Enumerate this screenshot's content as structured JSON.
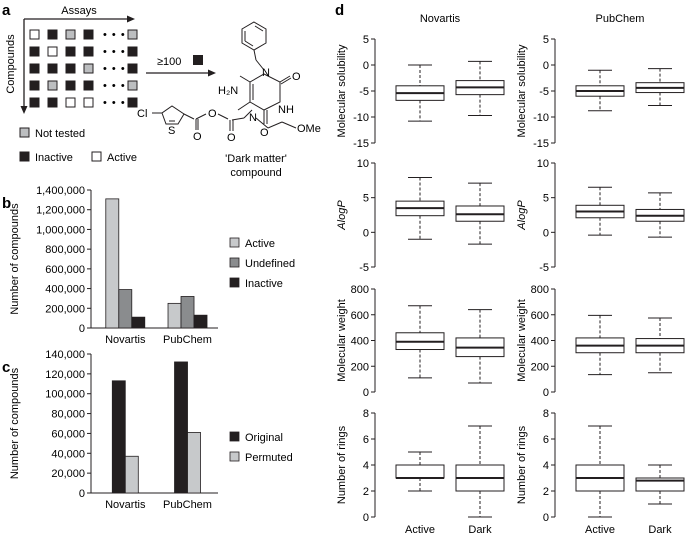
{
  "panels": {
    "a": "a",
    "b": "b",
    "c": "c",
    "d": "d"
  },
  "panel_a": {
    "x_axis_label": "Assays",
    "y_axis_label": "Compounds",
    "threshold_label": "≥100",
    "grid_rows": [
      [
        "active",
        "inactive",
        "nottested",
        "inactive",
        "inactive",
        "nottested"
      ],
      [
        "inactive",
        "active",
        "inactive",
        "inactive",
        "active",
        "inactive"
      ],
      [
        "inactive",
        "inactive",
        "inactive",
        "nottested",
        "inactive",
        "inactive"
      ],
      [
        "inactive",
        "nottested",
        "inactive",
        "inactive",
        "inactive",
        "nottested"
      ],
      [
        "inactive",
        "inactive",
        "active",
        "active",
        "active",
        "inactive"
      ]
    ],
    "ellipsis": "• • •",
    "legend": [
      {
        "key": "nottested",
        "label": "Not tested",
        "color": "#bcbec0"
      },
      {
        "key": "inactive",
        "label": "Inactive",
        "color": "#231f20"
      },
      {
        "key": "active",
        "label": "Active",
        "color": "#ffffff"
      }
    ],
    "compound_caption_line1": "'Dark matter'",
    "compound_caption_line2": "compound",
    "atoms": {
      "cl": "Cl",
      "s": "S",
      "o1": "O",
      "o2": "O",
      "o3": "O",
      "n1": "N",
      "n2": "N",
      "nh": "NH",
      "h2n": "H₂N",
      "o4": "O",
      "ome": "OMe",
      "n3": "N"
    }
  },
  "chart_data": [
    {
      "id": "b",
      "type": "bar",
      "categories": [
        "Novartis",
        "PubChem"
      ],
      "series": [
        {
          "name": "Active",
          "values": [
            1310000,
            250000
          ],
          "color": "#c7c9cb"
        },
        {
          "name": "Undefined",
          "values": [
            390000,
            320000
          ],
          "color": "#8a8c8e"
        },
        {
          "name": "Inactive",
          "values": [
            110000,
            130000
          ],
          "color": "#231f20"
        }
      ],
      "ylabel": "Number of compounds",
      "ylim": [
        0,
        1400000
      ],
      "yticks": [
        "0",
        "200,000",
        "400,000",
        "600,000",
        "800,000",
        "1,000,000",
        "1,200,000",
        "1,400,000"
      ],
      "ytick_values": [
        0,
        200000,
        400000,
        600000,
        800000,
        1000000,
        1200000,
        1400000
      ],
      "legend_position": "right",
      "grid": false
    },
    {
      "id": "c",
      "type": "bar",
      "categories": [
        "Novartis",
        "PubChem"
      ],
      "series": [
        {
          "name": "Original",
          "values": [
            113000,
            132000
          ],
          "color": "#231f20"
        },
        {
          "name": "Permuted",
          "values": [
            37000,
            61000
          ],
          "color": "#c7c9cb"
        }
      ],
      "ylabel": "Number of compounds",
      "ylim": [
        0,
        140000
      ],
      "yticks": [
        "0",
        "20,000",
        "40,000",
        "60,000",
        "80,000",
        "100,000",
        "120,000",
        "140,000"
      ],
      "ytick_values": [
        0,
        20000,
        40000,
        60000,
        80000,
        100000,
        120000,
        140000
      ],
      "legend_position": "right",
      "grid": false
    },
    {
      "id": "d",
      "type": "boxplot",
      "columns": [
        "Novartis",
        "PubChem"
      ],
      "categories": [
        "Active",
        "Dark"
      ],
      "rows": [
        {
          "ylabel": "Molecular solubility",
          "ylim": [
            -15,
            5
          ],
          "yticks": [
            "5",
            "0",
            "-5",
            "-10",
            "-15"
          ],
          "ytick_values": [
            5,
            0,
            -5,
            -10,
            -15
          ],
          "boxes": [
            [
              {
                "min": -10.8,
                "q1": -6.8,
                "median": -5.4,
                "q3": -4.0,
                "max": 0
              },
              {
                "min": -9.7,
                "q1": -5.7,
                "median": -4.3,
                "q3": -3.0,
                "max": 0.7
              }
            ],
            [
              {
                "min": -8.8,
                "q1": -6.0,
                "median": -5.0,
                "q3": -4.0,
                "max": -1.0
              },
              {
                "min": -7.8,
                "q1": -5.3,
                "median": -4.4,
                "q3": -3.4,
                "max": -0.7
              }
            ]
          ]
        },
        {
          "ylabel": "AlogP",
          "ylim": [
            -5,
            10
          ],
          "yticks": [
            "10",
            "5",
            "0",
            "-5"
          ],
          "ytick_values": [
            10,
            5,
            0,
            -5
          ],
          "boxes": [
            [
              {
                "min": -1.0,
                "q1": 2.4,
                "median": 3.5,
                "q3": 4.5,
                "max": 7.9
              },
              {
                "min": -1.7,
                "q1": 1.6,
                "median": 2.6,
                "q3": 3.8,
                "max": 7.1
              }
            ],
            [
              {
                "min": -0.4,
                "q1": 2.1,
                "median": 3.0,
                "q3": 3.9,
                "max": 6.5
              },
              {
                "min": -0.7,
                "q1": 1.6,
                "median": 2.4,
                "q3": 3.3,
                "max": 5.7
              }
            ]
          ]
        },
        {
          "ylabel": "Molecular weight",
          "ylim": [
            0,
            800
          ],
          "yticks": [
            "800",
            "600",
            "400",
            "200",
            "0"
          ],
          "ytick_values": [
            800,
            600,
            400,
            200,
            0
          ],
          "boxes": [
            [
              {
                "min": 110,
                "q1": 330,
                "median": 390,
                "q3": 460,
                "max": 670
              },
              {
                "min": 70,
                "q1": 275,
                "median": 345,
                "q3": 420,
                "max": 640
              }
            ],
            [
              {
                "min": 135,
                "q1": 305,
                "median": 360,
                "q3": 420,
                "max": 595
              },
              {
                "min": 150,
                "q1": 305,
                "median": 360,
                "q3": 415,
                "max": 575
              }
            ]
          ]
        },
        {
          "ylabel": "Number of rings",
          "ylim": [
            0,
            8
          ],
          "yticks": [
            "8",
            "6",
            "4",
            "2",
            "0"
          ],
          "ytick_values": [
            8,
            6,
            4,
            2,
            0
          ],
          "boxes": [
            [
              {
                "min": 2,
                "q1": 3,
                "median": 3,
                "q3": 4,
                "max": 5
              },
              {
                "min": 0,
                "q1": 2,
                "median": 3,
                "q3": 4,
                "max": 7
              }
            ],
            [
              {
                "min": 0,
                "q1": 2,
                "median": 3,
                "q3": 4,
                "max": 7
              },
              {
                "min": 1,
                "q1": 2,
                "median": 2.8,
                "q3": 3,
                "max": 4
              }
            ]
          ]
        }
      ],
      "grid": false
    }
  ]
}
